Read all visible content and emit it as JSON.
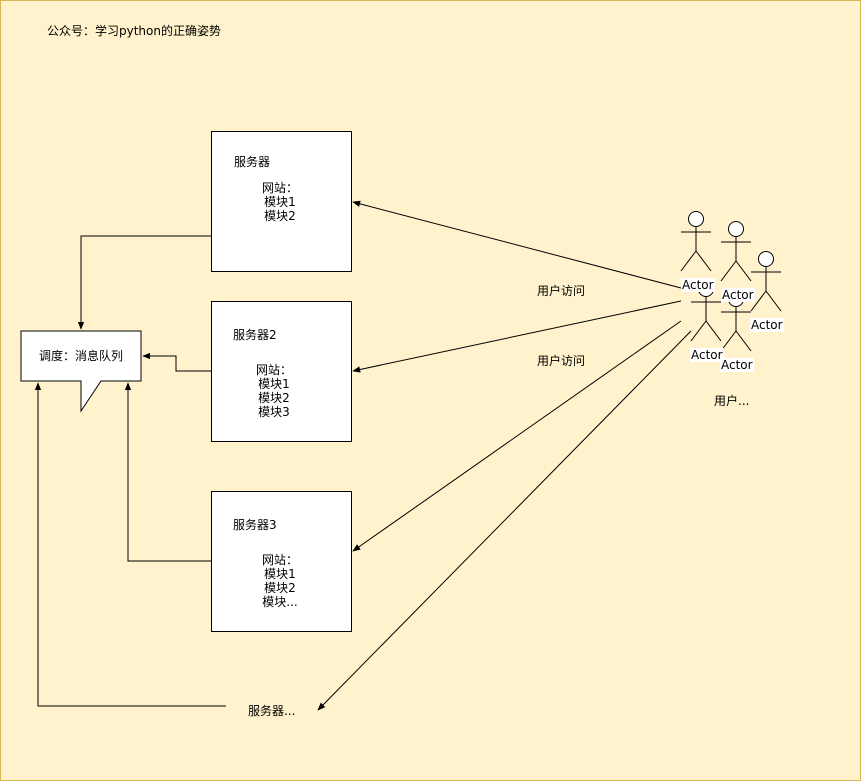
{
  "header": {
    "title": "公众号：学习python的正确姿势"
  },
  "queue": {
    "label": "调度：消息队列"
  },
  "servers": [
    {
      "title": "服务器",
      "lines": [
        "网站：",
        "模块1",
        "模块2"
      ]
    },
    {
      "title": "服务器2",
      "lines": [
        "网站：",
        "模块1",
        "模块2",
        "模块3"
      ]
    },
    {
      "title": "服务器3",
      "lines": [
        "网站：",
        "模块1",
        "模块2",
        "模块..."
      ]
    },
    {
      "title": "服务器..."
    }
  ],
  "edge_labels": {
    "access_1": "用户访问",
    "access_2": "用户访问"
  },
  "actors": {
    "label": "Actor",
    "group_label": "用户..."
  },
  "colors": {
    "background": "#fff2cc",
    "border": "#d6b656",
    "line": "#000000",
    "box": "#ffffff"
  }
}
